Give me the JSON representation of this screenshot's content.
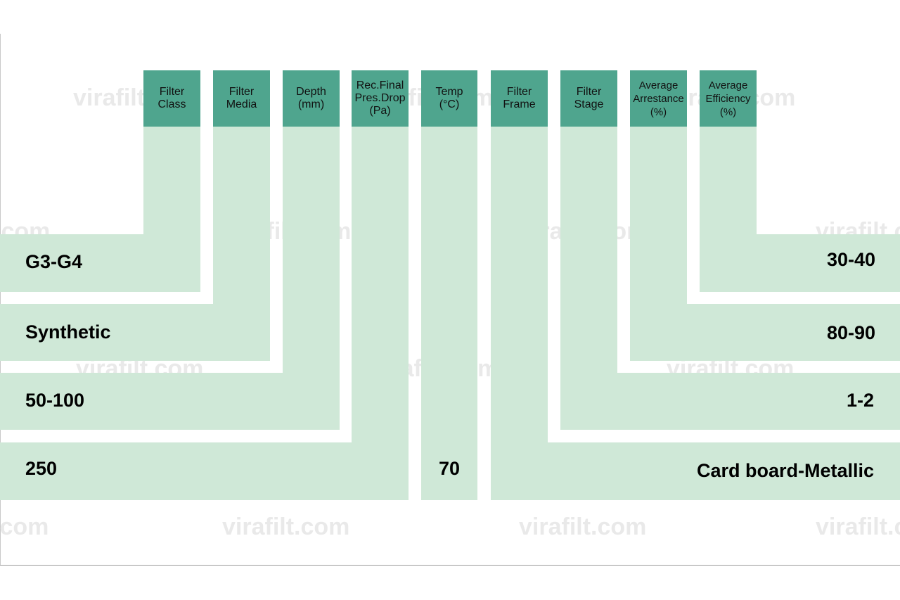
{
  "headers": [
    "Filter\nClass",
    "Filter\nMedia",
    "Depth\n(mm)",
    "Rec.Final\nPres.Drop\n(Pa)",
    "Temp\n(°C)",
    "Filter\nFrame",
    "Filter\nStage",
    "Average\nArrestance\n(%)",
    "Average\nEfficiency\n(%)"
  ],
  "values": {
    "filter_class": "G3-G4",
    "filter_media": "Synthetic",
    "depth": "50-100",
    "pressure_drop": "250",
    "temp": "70",
    "filter_frame": "Card board-Metallic",
    "filter_stage": "1-2",
    "average_arrestance": "80-90",
    "average_efficiency": "30-40"
  },
  "watermark": "virafilt.com",
  "colors": {
    "header_fill": "#4fa58e",
    "band_fill": "#cfe8d7"
  }
}
